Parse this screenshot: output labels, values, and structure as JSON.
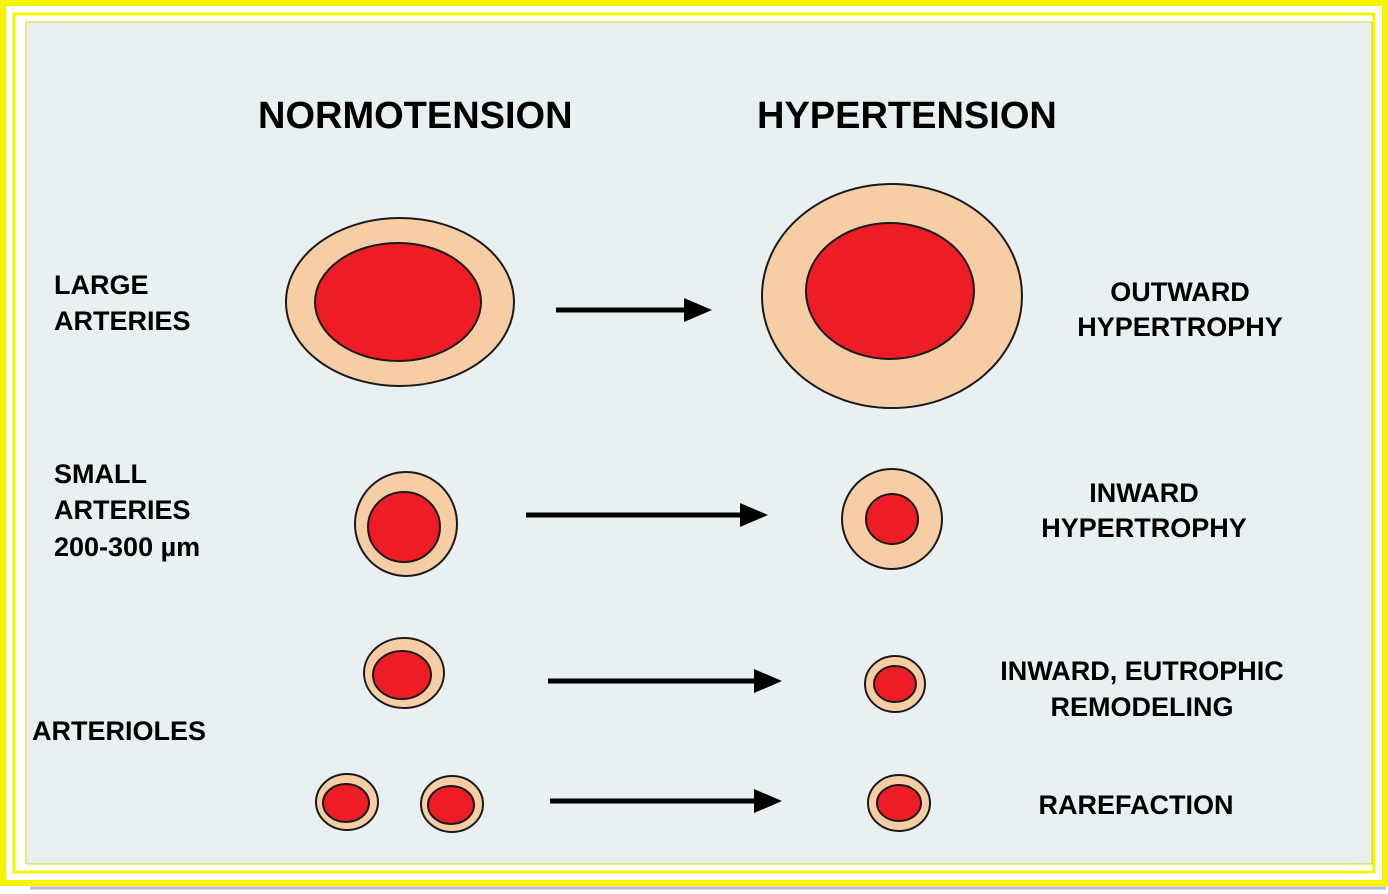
{
  "headers": {
    "left": "NORMOTENSION",
    "right": "HYPERTENSION"
  },
  "rows": {
    "large_arteries": {
      "label_line1": "LARGE",
      "label_line2": "ARTERIES",
      "outcome_line1": "OUTWARD",
      "outcome_line2": "HYPERTROPHY"
    },
    "small_arteries": {
      "label_line1": "SMALL",
      "label_line2": "ARTERIES",
      "label_line3": "200-300 µm",
      "outcome_line1": "INWARD",
      "outcome_line2": "HYPERTROPHY"
    },
    "arterioles": {
      "label": "ARTERIOLES",
      "outcome_a_line1": "INWARD, EUTROPHIC",
      "outcome_a_line2": "REMODELING",
      "outcome_b": "RAREFACTION"
    }
  },
  "colors": {
    "frame_border": "#f5f500",
    "background": "#e8f0f2",
    "vessel_wall": "#f7cda6",
    "lumen": "#ee1c25",
    "outline": "#1a1a1a"
  }
}
